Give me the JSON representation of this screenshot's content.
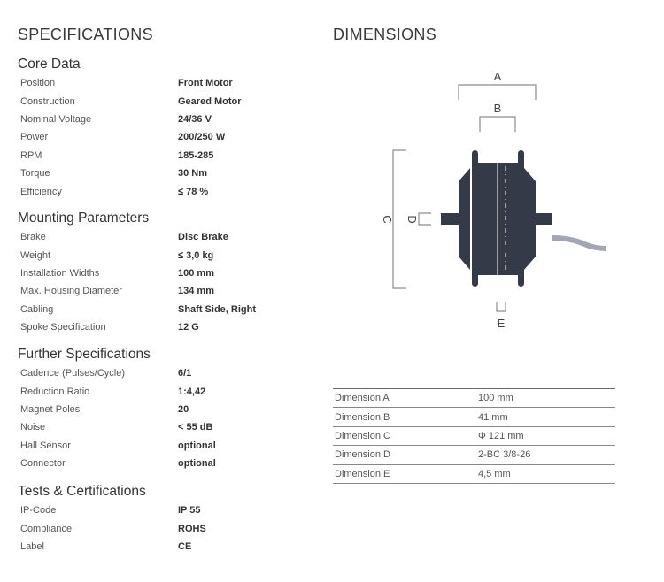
{
  "specifications_title": "SPECIFICATIONS",
  "dimensions_title": "DIMENSIONS",
  "sections": [
    {
      "title": "Core Data",
      "rows": [
        [
          "Position",
          "Front Motor"
        ],
        [
          "Construction",
          "Geared Motor"
        ],
        [
          "Nominal Voltage",
          "24/36 V"
        ],
        [
          "Power",
          "200/250 W"
        ],
        [
          "RPM",
          "185-285"
        ],
        [
          "Torque",
          "30 Nm"
        ],
        [
          "Efficiency",
          "≤ 78 %"
        ]
      ]
    },
    {
      "title": "Mounting Parameters",
      "rows": [
        [
          "Brake",
          "Disc Brake"
        ],
        [
          "Weight",
          "≤ 3,0 kg"
        ],
        [
          "Installation Widths",
          "100 mm"
        ],
        [
          "Max. Housing Diameter",
          "134 mm"
        ],
        [
          "Cabling",
          "Shaft Side, Right"
        ],
        [
          "Spoke Specification",
          "12 G"
        ]
      ]
    },
    {
      "title": "Further Specifications",
      "rows": [
        [
          "Cadence (Pulses/Cycle)",
          "6/1"
        ],
        [
          "Reduction Ratio",
          "1:4,42"
        ],
        [
          "Magnet Poles",
          "20"
        ],
        [
          "Noise",
          "< 55 dB"
        ],
        [
          "Hall Sensor",
          "optional"
        ],
        [
          "Connector",
          "optional"
        ]
      ]
    },
    {
      "title": "Tests & Certifications",
      "rows": [
        [
          "IP-Code",
          "IP 55"
        ],
        [
          "Compliance",
          "ROHS"
        ],
        [
          "Label",
          "CE"
        ]
      ]
    }
  ],
  "diagram_labels": {
    "a": "A",
    "b": "B",
    "c": "C",
    "d": "D",
    "e": "E"
  },
  "dimensions": [
    [
      "Dimension A",
      "100 mm"
    ],
    [
      "Dimension B",
      "41 mm"
    ],
    [
      "Dimension C",
      "Φ 121 mm"
    ],
    [
      "Dimension D",
      "2-BC 3/8-26"
    ],
    [
      "Dimension E",
      "4,5 mm"
    ]
  ],
  "colors": {
    "motor": "#343a48",
    "cable": "#a3a6b3",
    "bracket": "#8a8d96"
  }
}
